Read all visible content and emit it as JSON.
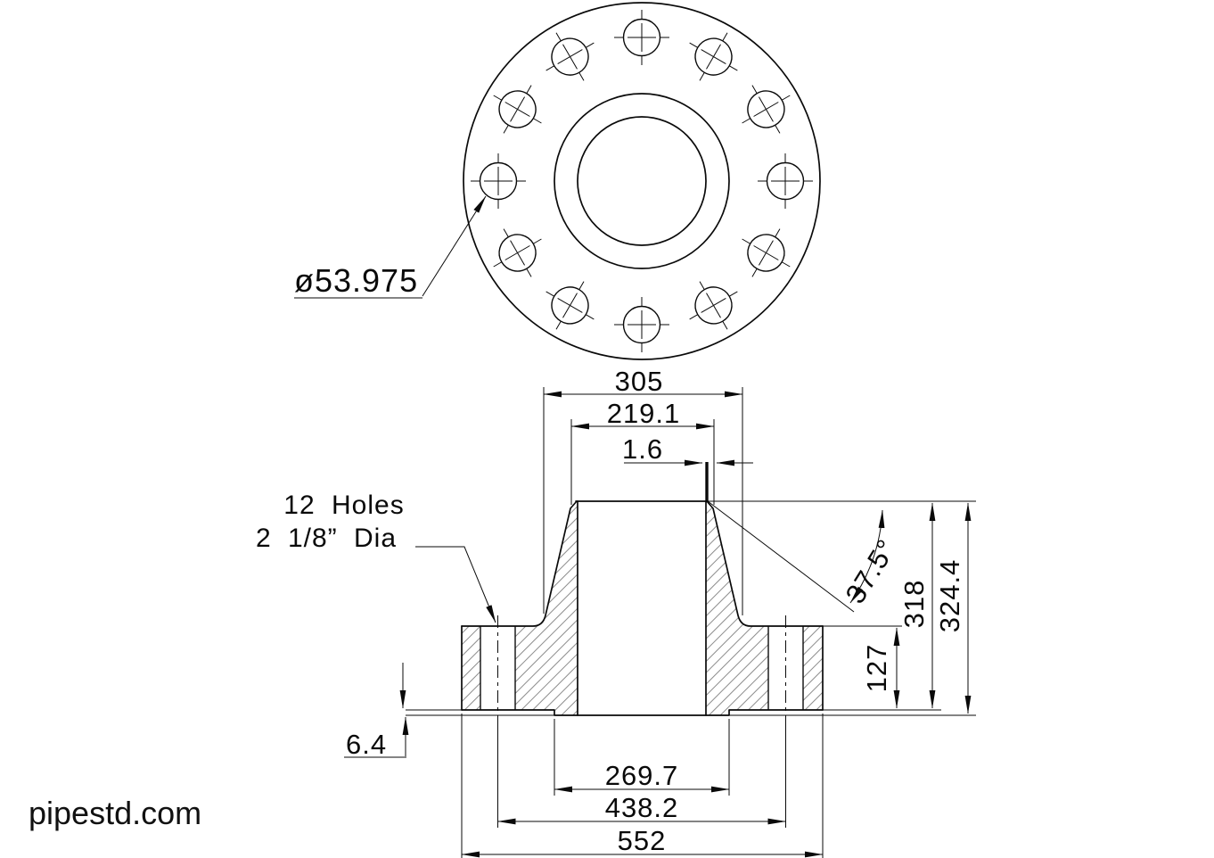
{
  "watermark": "pipestd.com",
  "labels": {
    "bolt_hole_diameter": "ø53.975",
    "holes_count": "12 Holes",
    "holes_size": "2 1/8” Dia"
  },
  "dimensions": {
    "hub_base_diameter": "305",
    "neck_outside_diameter": "219.1",
    "root_face": "1.6",
    "bevel_angle": "37.5°",
    "length_through_hub": "318",
    "overall_length": "324.4",
    "flange_thickness": "127",
    "raised_face_height": "6.4",
    "raised_face_diameter": "269.7",
    "bolt_circle_diameter": "438.2",
    "flange_outside_diameter": "552"
  }
}
